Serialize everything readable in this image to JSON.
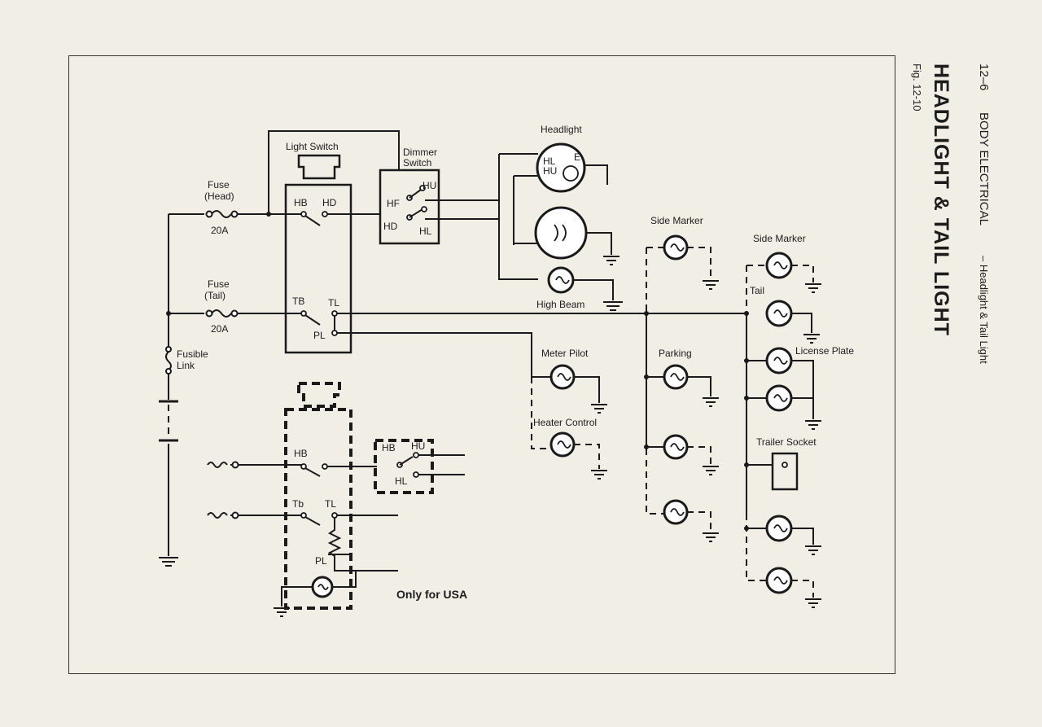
{
  "header": {
    "page_number": "12–6",
    "section": "BODY ELECTRICAL",
    "subsection": "– Headlight & Tail Light",
    "title": "HEADLIGHT & TAIL LIGHT",
    "figure": "Fig. 12-10"
  },
  "diagram": {
    "light_switch": "Light Switch",
    "dimmer_switch_line1": "Dimmer",
    "dimmer_switch_line2": "Switch",
    "headlight": "Headlight",
    "high_beam": "High Beam",
    "fuse_head_line1": "Fuse",
    "fuse_head_line2": "(Head)",
    "fuse_head_rating": "20A",
    "fuse_tail_line1": "Fuse",
    "fuse_tail_line2": "(Tail)",
    "fuse_tail_rating": "20A",
    "fusible_link_line1": "Fusible",
    "fusible_link_line2": "Link",
    "side_marker_front": "Side Marker",
    "side_marker_rear": "Side Marker",
    "tail": "Tail",
    "license_plate": "License Plate",
    "parking": "Parking",
    "meter_pilot": "Meter Pilot",
    "heater_control": "Heater Control",
    "trailer_socket": "Trailer Socket",
    "only_for_usa": "Only for USA",
    "terminals": {
      "hb": "HB",
      "hd": "HD",
      "hf": "HF",
      "hu": "HU",
      "hl": "HL",
      "tb": "TB",
      "tl": "TL",
      "pl": "PL",
      "e": "E",
      "hl_lamp": "HL",
      "hu_lamp": "HU",
      "hb2": "HB",
      "hu2": "HU",
      "hl2": "HL",
      "tb2": "Tb",
      "tl2": "TL",
      "pl2": "PL",
      "hd2": "HD"
    }
  }
}
